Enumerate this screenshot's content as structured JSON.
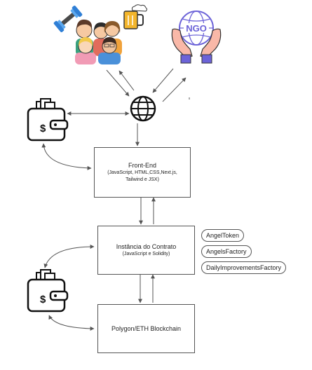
{
  "frontend": {
    "title": "Front-End",
    "detail": "(JavaScript, HTML,CSS,Next.js, Tailwind e JSX)"
  },
  "contract": {
    "title": "Instância do Contrato",
    "detail": "(JavaScript e Solidity)"
  },
  "blockchain": {
    "title": "Polygon/ETH Blockchain"
  },
  "contracts": [
    {
      "label": "AngelToken"
    },
    {
      "label": "AngelsFactory"
    },
    {
      "label": "DailyImprovementsFactory"
    }
  ],
  "ngo_label": "NGO",
  "icons": {
    "dumbbell": "dumbbell-icon",
    "beer": "beer-mug-icon",
    "people": "people-group-icon",
    "ngo": "ngo-hands-globe-icon",
    "globe": "globe-icon",
    "wallet": "wallet-icon"
  },
  "colors": {
    "dumbbell": "#2f7fd6",
    "beer_glass": "#f3b52b",
    "ngo_globe": "#6c63d8",
    "hands": "#f9b8a8",
    "line": "#555555"
  }
}
